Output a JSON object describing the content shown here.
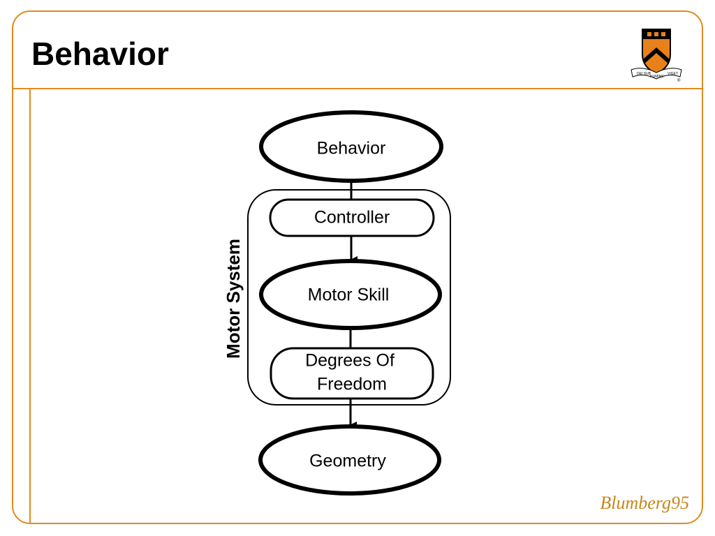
{
  "slide": {
    "title": "Behavior",
    "citation": "Blumberg95"
  },
  "logo": {
    "name": "university-shield-logo",
    "ribbon_left": "DEI SUB",
    "ribbon_center": "NUMINE",
    "ribbon_right": "VIGET",
    "mark": "®"
  },
  "diagram": {
    "nodes": {
      "behavior": "Behavior",
      "controller": "Controller",
      "motor_skill": "Motor Skill",
      "dof_line1": "Degrees Of",
      "dof_line2": "Freedom",
      "geometry": "Geometry"
    },
    "group_label": "Motor System"
  },
  "colors": {
    "accent": "#e08a1e",
    "citation": "#c8861a",
    "shield_orange": "#e8811a",
    "shield_black": "#000000"
  }
}
